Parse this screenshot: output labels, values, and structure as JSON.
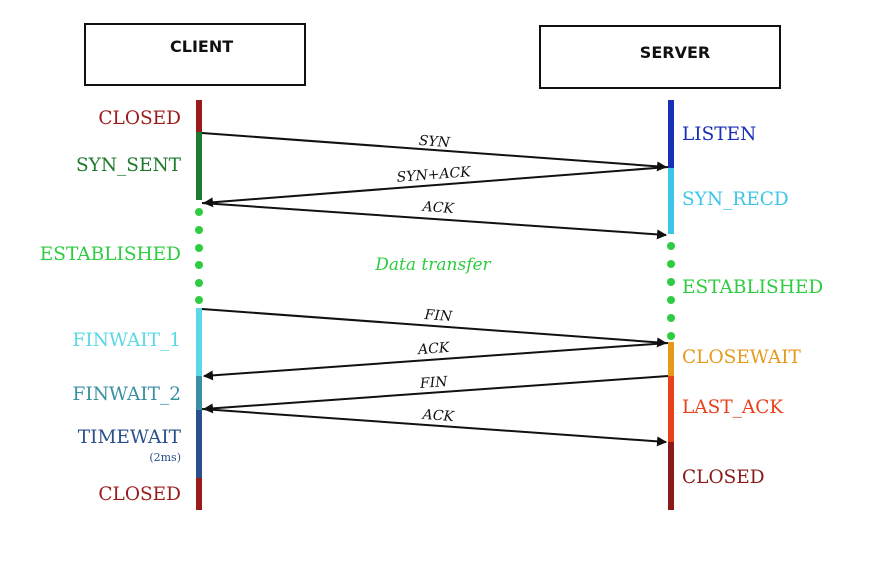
{
  "headers": {
    "client": "CLIENT",
    "server": "SERVER"
  },
  "client_states": [
    {
      "label": "CLOSED",
      "color": "#9b1b1b"
    },
    {
      "label": "SYN_SENT",
      "color": "#1e7a2e"
    },
    {
      "label": "ESTABLISHED",
      "color": "#2ecc40"
    },
    {
      "label": "FINWAIT_1",
      "color": "#5ad8e6"
    },
    {
      "label": "FINWAIT_2",
      "color": "#3a8fa3"
    },
    {
      "label": "TIMEWAIT",
      "color": "#2b4f8c"
    },
    {
      "label": "CLOSED",
      "color": "#9b1b1b"
    }
  ],
  "timewait_note": "(2ms)",
  "server_states": [
    {
      "label": "LISTEN",
      "color": "#1a2fb8"
    },
    {
      "label": "SYN_RECD",
      "color": "#3cc6ea"
    },
    {
      "label": "ESTABLISHED",
      "color": "#2ecc40"
    },
    {
      "label": "CLOSEWAIT",
      "color": "#e59a1c"
    },
    {
      "label": "LAST_ACK",
      "color": "#e8421c"
    },
    {
      "label": "CLOSED",
      "color": "#8a1a1a"
    }
  ],
  "messages": [
    {
      "label": "SYN",
      "direction": "client-to-server"
    },
    {
      "label": "SYN+ACK",
      "direction": "server-to-client"
    },
    {
      "label": "ACK",
      "direction": "client-to-server"
    },
    {
      "label": "FIN",
      "direction": "client-to-server"
    },
    {
      "label": "ACK",
      "direction": "server-to-client"
    },
    {
      "label": "FIN",
      "direction": "server-to-client"
    },
    {
      "label": "ACK",
      "direction": "client-to-server"
    }
  ],
  "data_transfer": {
    "label": "Data transfer",
    "color": "#2ecc40"
  }
}
